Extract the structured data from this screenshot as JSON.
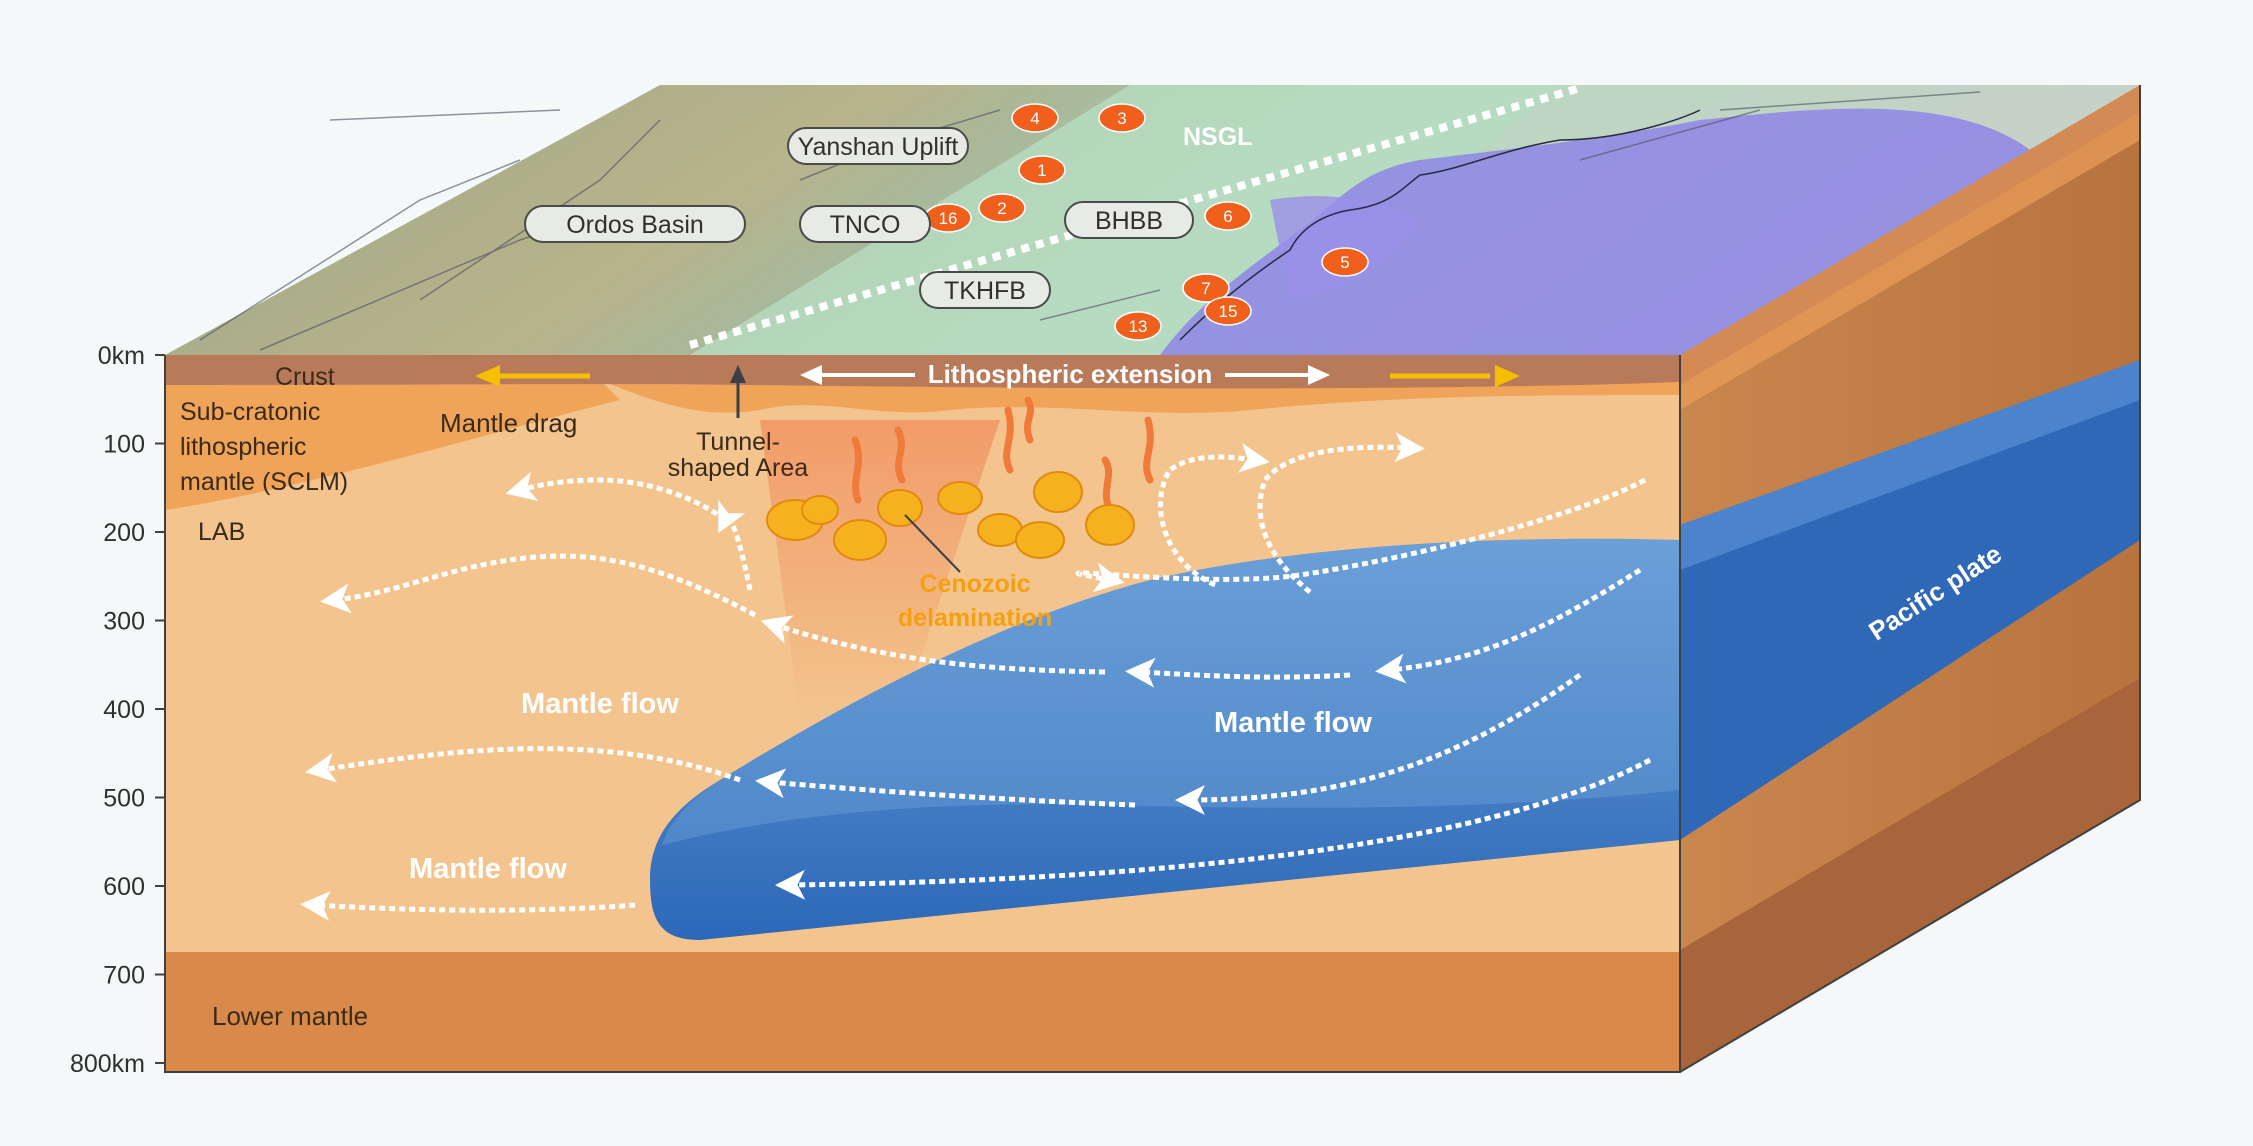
{
  "depth_axis": {
    "ticks": [
      "0km",
      "100",
      "200",
      "300",
      "400",
      "500",
      "600",
      "700",
      "800km"
    ]
  },
  "surface_labels": {
    "yanshan": "Yanshan Uplift",
    "ordos": "Ordos Basin",
    "tnco": "TNCO",
    "bhbb": "BHBB",
    "tkhfb": "TKHFB",
    "nsgl": "NSGL"
  },
  "site_markers": [
    "4",
    "3",
    "1",
    "2",
    "16",
    "6",
    "5",
    "7",
    "15",
    "13"
  ],
  "section_labels": {
    "crust": "Crust",
    "sclm_1": "Sub-cratonic",
    "sclm_2": "lithospheric",
    "sclm_3": "mantle (SCLM)",
    "lab": "LAB",
    "mantle_drag": "Mantle drag",
    "tunnel_1": "Tunnel-",
    "tunnel_2": "shaped Area",
    "extension": "Lithospheric extension",
    "delam_1": "Cenozoic",
    "delam_2": "delamination",
    "mantle_flow_1": "Mantle flow",
    "mantle_flow_2": "Mantle flow",
    "mantle_flow_3": "Mantle flow",
    "pacific": "Pacific plate",
    "lower_mantle": "Lower mantle"
  },
  "colors": {
    "background": "#f4f8f8",
    "crust": "#b87a58",
    "sclm": "#f0a45a",
    "upper_mantle": "#f3c48e",
    "lower_mantle": "#d98a4a",
    "slab": "#3b78c4",
    "slab_light": "#5a93d4",
    "delamination": "#f5b21e",
    "site_marker": "#f0601c",
    "drag_arrow": "#f5c000",
    "flow_arrow": "#ffffff"
  }
}
